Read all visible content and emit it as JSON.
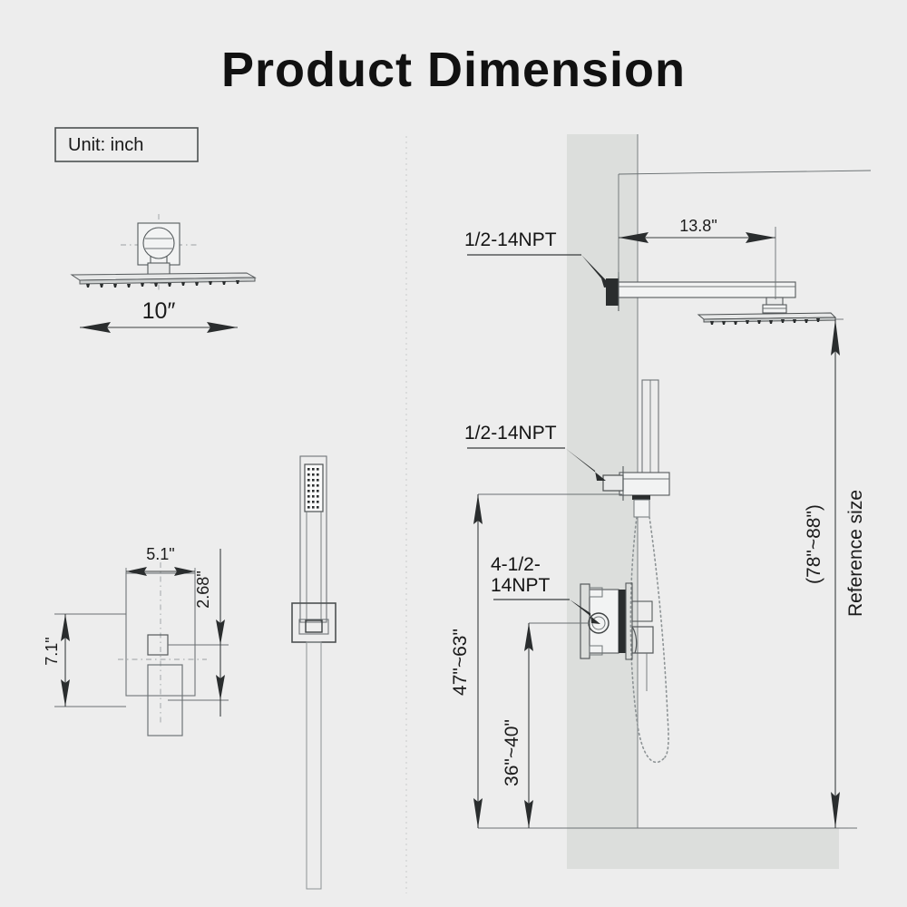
{
  "page": {
    "title": "Product Dimension",
    "unit_label": "Unit:  inch",
    "background_color": "#ededed",
    "wall_color": "#dcdedc",
    "line_color": "#555b5d"
  },
  "views": {
    "showerhead_top_left": {
      "name": "Rain shower head face view",
      "width_dim": "10″"
    },
    "valve_trim_bottom_left": {
      "name": "Valve trim plate front view",
      "width_dim": "5.1\"",
      "height_dim": "7.1\"",
      "offset_dim": "2.68\""
    },
    "handheld_wand": {
      "name": "Handheld shower wand side view"
    },
    "assembly_right": {
      "name": "Installed assembly elevation",
      "arm_dim": "13.8\"",
      "arm_thread_label": "1/2-14NPT",
      "holder_thread_label": "1/2-14NPT",
      "valve_thread_label": "4-1/2-\n14NPT",
      "valve_thread_line1": "4-1/2-",
      "valve_thread_line2": "14NPT",
      "total_height_dim": "(78\"~88\")",
      "total_height_note": "Reference size",
      "holder_height_dim": "47\"~63\"",
      "valve_height_dim": "36\"~40\""
    }
  }
}
